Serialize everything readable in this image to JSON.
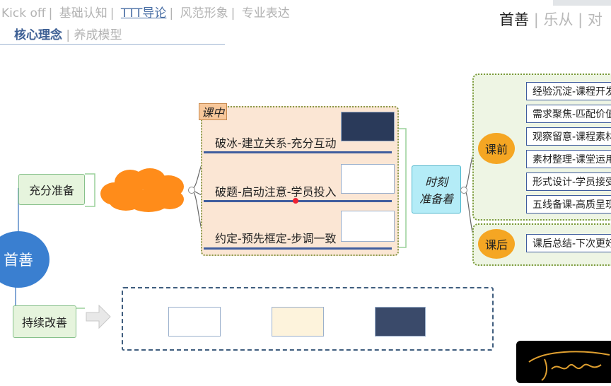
{
  "nav": {
    "row1": [
      "Kick off",
      "基础认知",
      "TTT导论",
      "风范形象",
      "专业表达"
    ],
    "row1_separator": "|",
    "row1_active_index": 2,
    "row2": [
      "核心理念",
      "养成模型"
    ],
    "row2_active_index": 0
  },
  "header_right": {
    "active": "首善",
    "rest": [
      "乐从",
      "对"
    ],
    "separator": "|"
  },
  "mindmap": {
    "root": "首善",
    "left_nodes": [
      "充分准备",
      "持续改善"
    ],
    "middle_panel_tag": "课中",
    "middle_rows": [
      "破冰-建立关系-充分互动",
      "破题-启动注意-学员投入",
      "约定-预先框定-步调一致"
    ],
    "center_node": [
      "时刻",
      "准备着"
    ],
    "before_class_label": "课前",
    "before_class_items": [
      "经验沉淀-课程开发",
      "需求聚焦-匹配价值",
      "观察留意-课程素材",
      "素材整理-课堂运用",
      "形式设计-学员接受",
      "五线备课-高质呈现"
    ],
    "after_class_label": "课后",
    "after_class_items": [
      "课后总结-下次更好"
    ]
  },
  "colors": {
    "root": "#3a7fd0",
    "green_box": "#e6f4dd",
    "orange_node": "#f5a623",
    "cloud": "#ff8c1a",
    "panel_peach": "#fbe6d4",
    "cyan_node": "#b4ecf7",
    "nav_active": "#4a6fa5"
  },
  "icons": [
    "cloud-icon",
    "arrow-right-icon",
    "signature-logo"
  ]
}
